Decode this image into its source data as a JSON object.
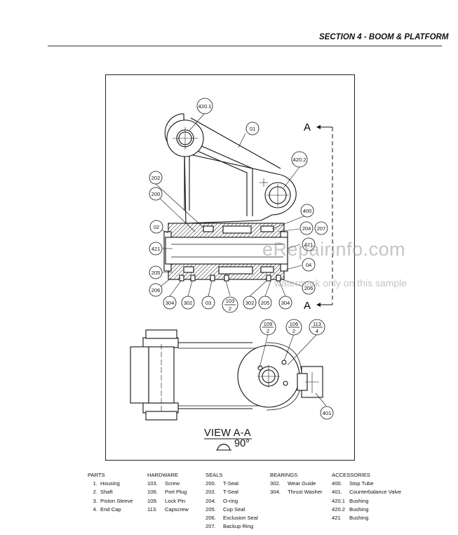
{
  "header": {
    "section_title": "SECTION 4 - BOOM & PLATFORM"
  },
  "callouts": {
    "c420_1": "420.1",
    "c01": "01",
    "c420_2": "420.2",
    "c202": "202",
    "c200": "200",
    "c400": "400",
    "c02": "02",
    "c204": "204",
    "c207": "207",
    "c421a": "421",
    "c421b": "421",
    "c205a": "205",
    "c04": "04",
    "c206a": "206",
    "c206b": "206",
    "c304a": "304",
    "c302a": "302",
    "c03": "03",
    "c103_top": "103",
    "c103_bot": "2",
    "c302b": "302",
    "c205b": "205",
    "c304b": "304",
    "c109_top": "109",
    "c109_bot": "2",
    "c106_top": "106",
    "c106_bot": "2",
    "c113_top": "113",
    "c113_bot": "4",
    "c401": "401"
  },
  "section_marks": {
    "top": "A",
    "bottom": "A"
  },
  "view": {
    "title": "VIEW A-A",
    "angle": "90°"
  },
  "watermark": {
    "main": "eRepairinfo.com",
    "sub": "watermark only on this sample"
  },
  "legend": {
    "parts": {
      "heading": "PARTS",
      "items": [
        {
          "num": "1.",
          "label": "Housing"
        },
        {
          "num": "2.",
          "label": "Shaft"
        },
        {
          "num": "3.",
          "label": "Piston Sleeve"
        },
        {
          "num": "4.",
          "label": "End Cap"
        }
      ]
    },
    "hardware": {
      "heading": "HARDWARE",
      "items": [
        {
          "num": "103.",
          "label": "Screw"
        },
        {
          "num": "106.",
          "label": "Port Plug"
        },
        {
          "num": "109.",
          "label": "Lock Pin"
        },
        {
          "num": "113.",
          "label": "Capscrew"
        }
      ]
    },
    "seals": {
      "heading": "SEALS",
      "items": [
        {
          "num": "200.",
          "label": "T-Seal"
        },
        {
          "num": "202.",
          "label": "T-Seal"
        },
        {
          "num": "204.",
          "label": "O-ring"
        },
        {
          "num": "205.",
          "label": "Cup Seal"
        },
        {
          "num": "206.",
          "label": "Exclusion Seal"
        },
        {
          "num": "207.",
          "label": "Backup Ring"
        }
      ]
    },
    "bearings": {
      "heading": "BEARINGS",
      "items": [
        {
          "num": "302.",
          "label": "Wear Guide"
        },
        {
          "num": "304.",
          "label": "Thrust Washer"
        }
      ]
    },
    "accessories": {
      "heading": "ACCESSORIES",
      "items": [
        {
          "num": "400.",
          "label": "Stop Tube"
        },
        {
          "num": "401.",
          "label": "Counterbalance Valve"
        },
        {
          "num": "420.1",
          "label": "Bushing"
        },
        {
          "num": "420.2",
          "label": "Bushing"
        },
        {
          "num": "421",
          "label": "Bushing"
        }
      ]
    }
  }
}
